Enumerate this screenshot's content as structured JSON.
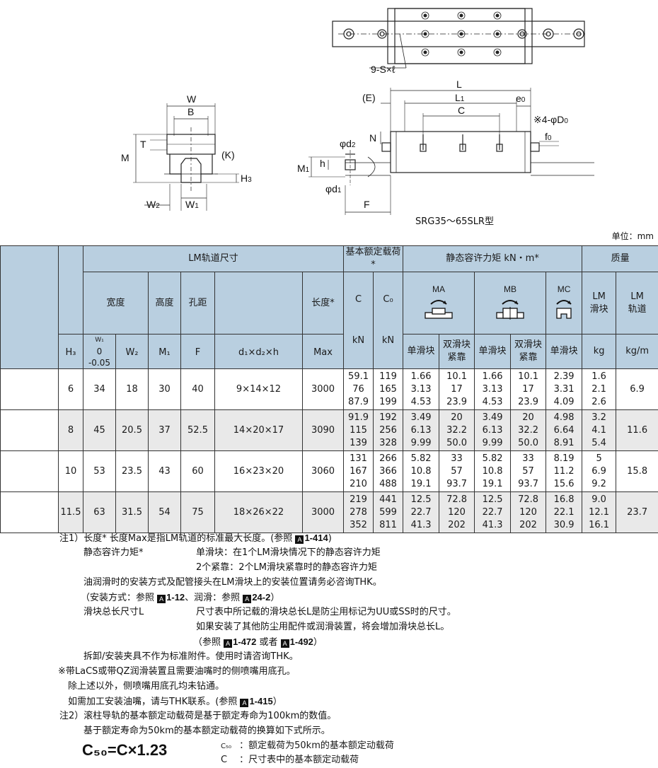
{
  "drawing": {
    "top_callout": "9-S×ℓ",
    "front_labels": [
      "W",
      "B",
      "T",
      "M",
      "(K)",
      "H₃",
      "W₂",
      "W₁"
    ],
    "side_labels": [
      "L",
      "L₁",
      "(E)",
      "e₀",
      "C",
      "※4-φD₀",
      "f₀",
      "N",
      "φd₂",
      "h",
      "M₁",
      "φd₁",
      "F"
    ],
    "model_caption": "SRG35～65SLR型"
  },
  "unit_label": "单位：mm",
  "table": {
    "group_headers": {
      "lm_rail_size": "LM轨道尺寸",
      "basic_load": "基本额定载荷*",
      "static_moment": "静态容许力矩  kN・m*",
      "mass": "质量"
    },
    "sub_headers": {
      "width": "宽度",
      "height": "高度",
      "pitch": "孔距",
      "length": "长度*",
      "c": "C",
      "c0": "C₀",
      "ma": "MA",
      "mb": "MB",
      "mc": "MC",
      "lm_block": "LM\n滑块",
      "lm_rail": "LM\n轨道"
    },
    "unit_headers": {
      "h3": "H₃",
      "w1_top": "W₁",
      "w1_mid": "0",
      "w1_bot": "-0.05",
      "w2": "W₂",
      "m1": "M₁",
      "f": "F",
      "d1d2h": "d₁×d₂×h",
      "max": "Max",
      "c_unit": "kN",
      "c0_unit": "kN",
      "single_a": "单滑块",
      "double_a": "双滑块紧靠",
      "single_b": "单滑块",
      "double_b": "双滑块紧靠",
      "single_c": "单滑块",
      "block_unit": "kg",
      "rail_unit": "kg/m"
    },
    "rows": [
      {
        "h3": "6",
        "w1": "34",
        "w2": "18",
        "m1": "30",
        "f": "40",
        "d1d2h": "9×14×12",
        "max": "3000",
        "c": [
          "59.1",
          "76",
          "87.9"
        ],
        "c0": [
          "119",
          "165",
          "199"
        ],
        "ma1": [
          "1.66",
          "3.13",
          "4.53"
        ],
        "ma2": [
          "10.1",
          "17",
          "23.9"
        ],
        "mb1": [
          "1.66",
          "3.13",
          "4.53"
        ],
        "mb2": [
          "10.1",
          "17",
          "23.9"
        ],
        "mc1": [
          "2.39",
          "3.31",
          "4.09"
        ],
        "block": [
          "1.6",
          "2.1",
          "2.6"
        ],
        "rail": "6.9"
      },
      {
        "h3": "8",
        "w1": "45",
        "w2": "20.5",
        "m1": "37",
        "f": "52.5",
        "d1d2h": "14×20×17",
        "max": "3090",
        "c": [
          "91.9",
          "115",
          "139"
        ],
        "c0": [
          "192",
          "256",
          "328"
        ],
        "ma1": [
          "3.49",
          "6.13",
          "9.99"
        ],
        "ma2": [
          "20",
          "32.2",
          "50.0"
        ],
        "mb1": [
          "3.49",
          "6.13",
          "9.99"
        ],
        "mb2": [
          "20",
          "32.2",
          "50.0"
        ],
        "mc1": [
          "4.98",
          "6.64",
          "8.91"
        ],
        "block": [
          "3.2",
          "4.1",
          "5.4"
        ],
        "rail": "11.6"
      },
      {
        "h3": "10",
        "w1": "53",
        "w2": "23.5",
        "m1": "43",
        "f": "60",
        "d1d2h": "16×23×20",
        "max": "3060",
        "c": [
          "131",
          "167",
          "210"
        ],
        "c0": [
          "266",
          "366",
          "488"
        ],
        "ma1": [
          "5.82",
          "10.8",
          "19.1"
        ],
        "ma2": [
          "33",
          "57",
          "93.7"
        ],
        "mb1": [
          "5.82",
          "10.8",
          "19.1"
        ],
        "mb2": [
          "33",
          "57",
          "93.7"
        ],
        "mc1": [
          "8.19",
          "11.2",
          "15.6"
        ],
        "block": [
          "5",
          "6.9",
          "9.2"
        ],
        "rail": "15.8"
      },
      {
        "h3": "11.5",
        "w1": "63",
        "w2": "31.5",
        "m1": "54",
        "f": "75",
        "d1d2h": "18×26×22",
        "max": "3000",
        "c": [
          "219",
          "278",
          "352"
        ],
        "c0": [
          "441",
          "599",
          "811"
        ],
        "ma1": [
          "12.5",
          "22.7",
          "41.3"
        ],
        "ma2": [
          "72.8",
          "120",
          "202"
        ],
        "mb1": [
          "12.5",
          "22.7",
          "41.3"
        ],
        "mb2": [
          "72.8",
          "120",
          "202"
        ],
        "mc1": [
          "16.8",
          "22.1",
          "30.9"
        ],
        "block": [
          "9.0",
          "12.1",
          "16.1"
        ],
        "rail": "23.7"
      }
    ]
  },
  "notes": {
    "n1_a": "注1）长度*  长度Max是指LM轨道的标准最大长度。(参照 ",
    "n1_a_ref": "1-414",
    "n1_a_end": ")",
    "n1_b_label": "静态容许力矩*",
    "n1_b_text": "单滑块：在1个LM滑块情况下的静态容许力矩",
    "n1_c_text": "2个紧靠：2个LM滑块紧靠时的静态容许力矩",
    "n1_d": "油润滑时的安装方式及配管接头在LM滑块上的安装位置请务必咨询THK。",
    "n1_e1": "（安装方式：参照 ",
    "n1_e_ref1": "1-12",
    "n1_e2": "、润滑：参照 ",
    "n1_e_ref2": "24-2",
    "n1_e3": "）",
    "n1_f_label": "滑块总长尺寸L",
    "n1_f_text": "尺寸表中所记载的滑块总长L是防尘用标记为UU或SS时的尺寸。",
    "n1_g_text": "如果安装了其他防尘用配件或润滑装置，将会增加滑块总长L。",
    "n1_h1": "（参照 ",
    "n1_h_ref1": "1-472",
    "n1_h2": " 或者 ",
    "n1_h_ref2": "1-492",
    "n1_h3": "）",
    "n1_i": "拆卸/安装夹具不作为标准附件。使用时请咨询THK。",
    "n1_j": "※带LaCS或带QZ润滑装置且需要油嘴时的侧喷嘴用底孔。",
    "n1_k": "除上述以外，侧喷嘴用底孔均未钻通。",
    "n1_l1": "如需加工安装油嘴，请与THK联系。(参照 ",
    "n1_l_ref": "1-415",
    "n1_l2": "）",
    "n2_a": "注2）滚柱导轨的基本额定动载荷是基于额定寿命为100km的数值。",
    "n2_b": "基于额定寿命为50km的基本额定动载荷的换算如下式所示。",
    "ref_box": "A",
    "formula": "C₅₀=C×1.23",
    "legend1_sym": "C₅₀",
    "legend1_text": "：额定载荷为50km的基本额定动载荷",
    "legend2_sym": "C",
    "legend2_text": "：尺寸表中的基本额定动载荷"
  }
}
